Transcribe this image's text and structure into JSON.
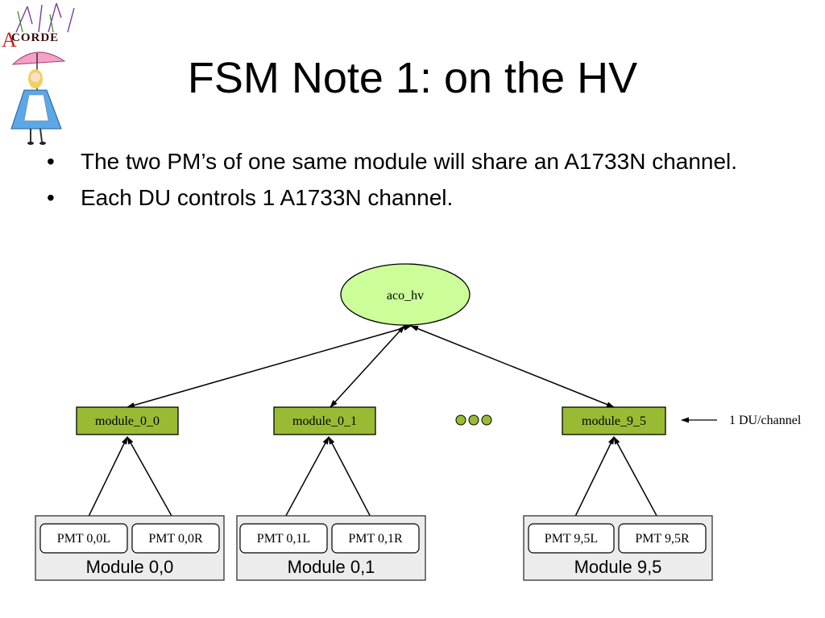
{
  "logo": {
    "text": "CORDE",
    "initial": "A",
    "icon": "acorde-alice-umbrella-logo"
  },
  "title": "FSM Note 1: on the HV",
  "bullets": [
    "The two PM’s of one same module will share an A1733N channel.",
    "Each DU controls 1 A1733N channel."
  ],
  "diagram": {
    "root": {
      "label": "aco_hv",
      "color": "#ccff99"
    },
    "du_color": "#99bb33",
    "du_nodes": [
      {
        "label": "module_0_0"
      },
      {
        "label": "module_0_1"
      },
      {
        "label": "module_9_5"
      }
    ],
    "ellipsis_color": "#99bb33",
    "annotation": "1 DU/channel",
    "modules": [
      {
        "label": "Module 0,0",
        "pmts": [
          "PMT 0,0L",
          "PMT 0,0R"
        ]
      },
      {
        "label": "Module 0,1",
        "pmts": [
          "PMT 0,1L",
          "PMT 0,1R"
        ]
      },
      {
        "label": "Module 9,5",
        "pmts": [
          "PMT 9,5L",
          "PMT 9,5R"
        ]
      }
    ]
  }
}
